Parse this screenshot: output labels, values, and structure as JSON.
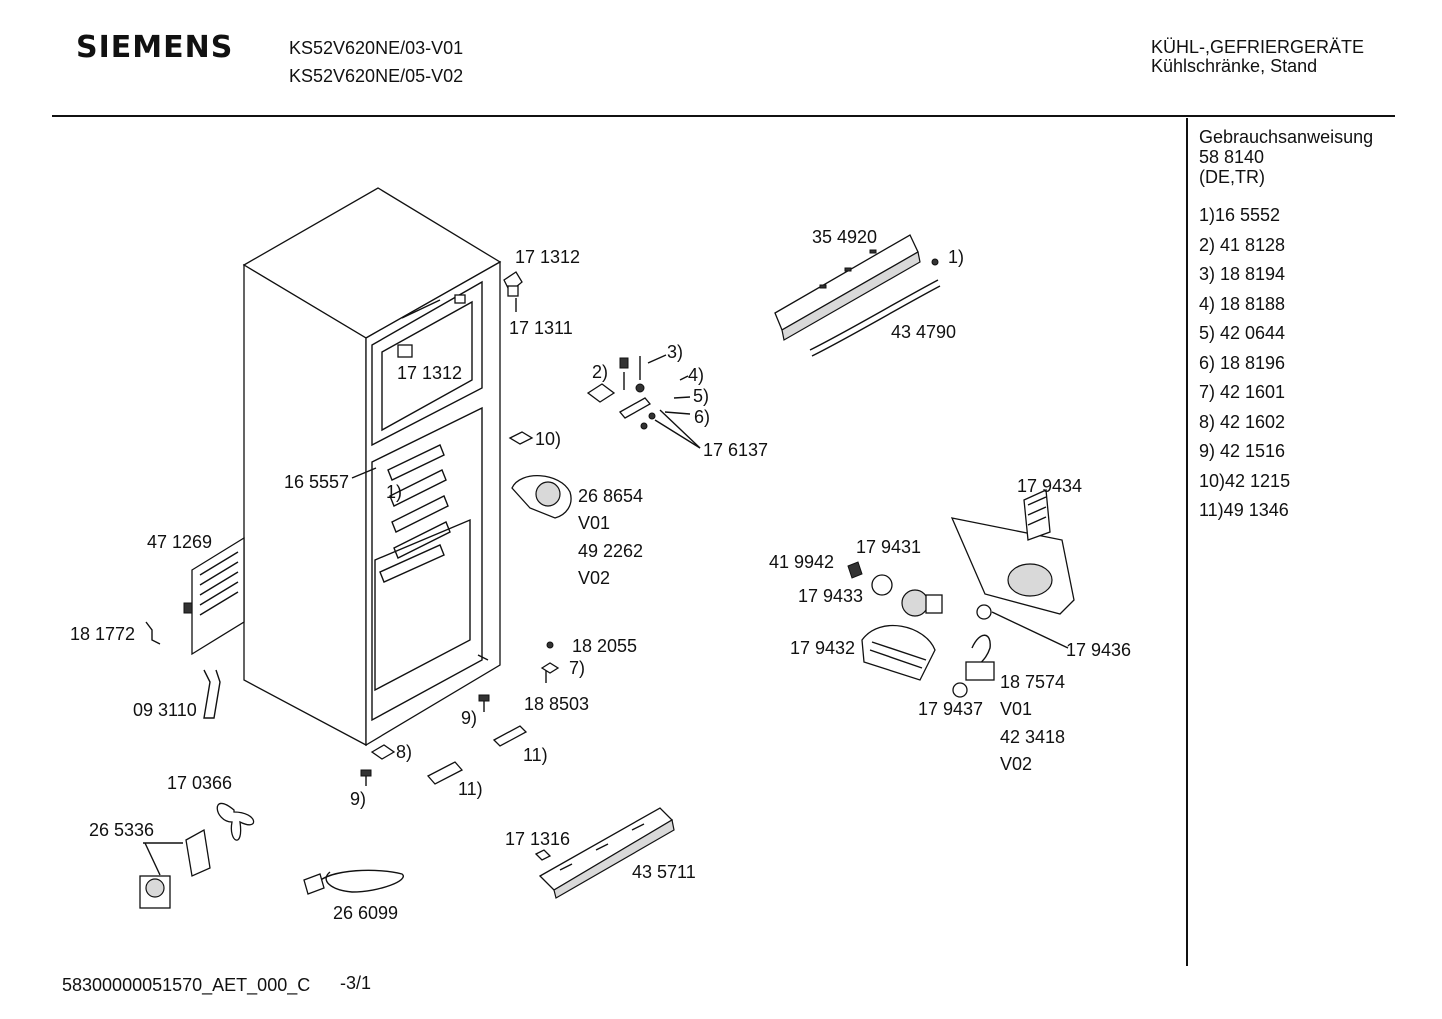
{
  "header": {
    "brand": "SIEMENS",
    "model_1": "KS52V620NE/03-V01",
    "model_2": "KS52V620NE/05-V02",
    "category_1": "KÜHL-,GEFRIERGERÄTE",
    "category_2": "Kühlschränke, Stand"
  },
  "sidebar": {
    "manual_title": "Gebrauchsanweisung",
    "manual_number": "58 8140",
    "manual_langs": "(DE,TR)",
    "parts": [
      "1)16 5552",
      "2) 41 8128",
      "3) 18 8194",
      "4) 18 8188",
      "5) 42 0644",
      "6) 18 8196",
      "7) 42 1601",
      "8) 42 1602",
      "9) 42 1516",
      "10)42 1215",
      "11)49 1346"
    ]
  },
  "diagram": {
    "labels": {
      "p171312a": "17 1312",
      "p171311": "17 1311",
      "p171312b": "17 1312",
      "p354920": "35 4920",
      "ref1a": "1)",
      "p434790": "43 4790",
      "ref3": "3)",
      "ref2": "2)",
      "ref4": "4)",
      "ref5": "5)",
      "ref6": "6)",
      "ref10": "10)",
      "p176137": "17 6137",
      "p165557": "16 5557",
      "ref1b": "1)",
      "p268654": "26 8654",
      "v01a": "V01",
      "p492262": "49 2262",
      "v02a": "V02",
      "p471269": "47 1269",
      "p181772": "18 1772",
      "p093110": "09 3110",
      "p179434": "17 9434",
      "p179431": "17 9431",
      "p419942": "41 9942",
      "p179433": "17 9433",
      "p179432": "17 9432",
      "p179436": "17 9436",
      "p187574": "18 7574",
      "v01b": "V01",
      "p179437": "17 9437",
      "p423418": "42 3418",
      "v02b": "V02",
      "p182055": "18 2055",
      "ref7": "7)",
      "p188503": "18 8503",
      "ref9a": "9)",
      "ref11a": "11)",
      "ref8": "8)",
      "ref9b": "9)",
      "ref11b": "11)",
      "p170366": "17 0366",
      "p265336": "26 5336",
      "p171316": "17 1316",
      "p435711": "43 5711",
      "p266099": "26 6099"
    }
  },
  "footer": {
    "doc_id": "58300000051570_AET_000_C",
    "page": "-3/1"
  }
}
